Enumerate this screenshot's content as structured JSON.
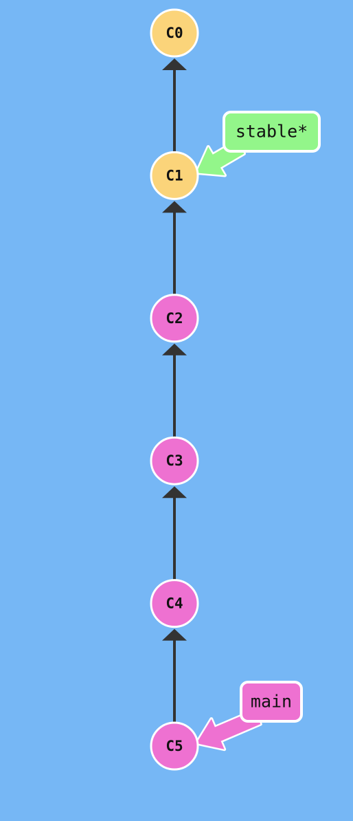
{
  "diagram": {
    "background_color": "#76b7f5",
    "edge_color": "#333333",
    "commits": [
      {
        "id": "C0",
        "color": "#fbd47a"
      },
      {
        "id": "C1",
        "color": "#fbd47a"
      },
      {
        "id": "C2",
        "color": "#ee71d1"
      },
      {
        "id": "C3",
        "color": "#ee71d1"
      },
      {
        "id": "C4",
        "color": "#ee71d1"
      },
      {
        "id": "C5",
        "color": "#ee71d1"
      }
    ],
    "edges": [
      {
        "from": "C1",
        "to": "C0"
      },
      {
        "from": "C2",
        "to": "C1"
      },
      {
        "from": "C3",
        "to": "C2"
      },
      {
        "from": "C4",
        "to": "C3"
      },
      {
        "from": "C5",
        "to": "C4"
      }
    ],
    "branches": [
      {
        "name": "stable*",
        "target": "C1",
        "color": "#93f68a",
        "checked_out": true
      },
      {
        "name": "main",
        "target": "C5",
        "color": "#ee71d1",
        "checked_out": false
      }
    ]
  }
}
